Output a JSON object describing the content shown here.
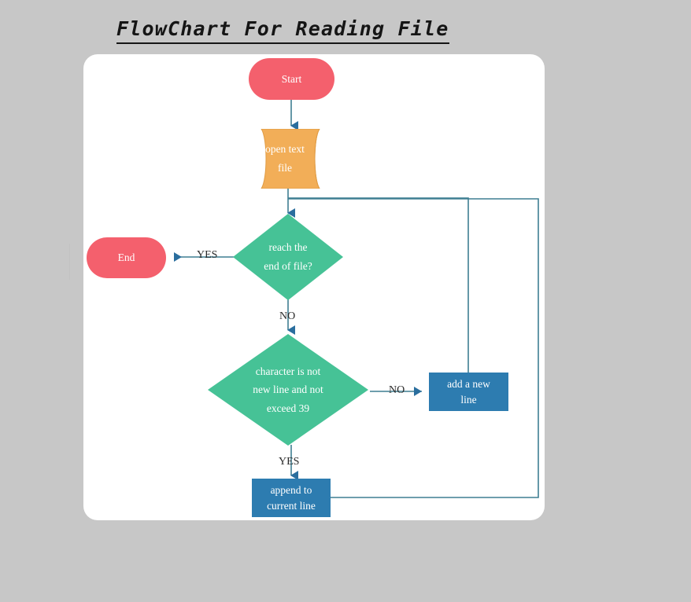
{
  "page": {
    "background_color": "#c7c7c7",
    "canvas_color": "#ffffff"
  },
  "title": "FlowChart For Reading File",
  "palette": {
    "terminator": "#f4606d",
    "data_store": "#f2ae58",
    "decision": "#46c296",
    "process": "#2d7cb0",
    "connector": "#3f7f92",
    "arrow": "#2a6e9e",
    "label_text": "#2b2b2b"
  },
  "flowchart": {
    "type": "flowchart",
    "orientation": "top-to-bottom",
    "nodes": [
      {
        "id": "start",
        "shape": "terminator",
        "lines": [
          "Start"
        ],
        "color": "#f4606d"
      },
      {
        "id": "open",
        "shape": "cylinder",
        "lines": [
          "open text",
          "file"
        ],
        "color": "#f2ae58"
      },
      {
        "id": "eof",
        "shape": "decision",
        "lines": [
          "reach the",
          "end of file?"
        ],
        "color": "#46c296"
      },
      {
        "id": "end",
        "shape": "terminator",
        "lines": [
          "End"
        ],
        "color": "#f4606d"
      },
      {
        "id": "charcond",
        "shape": "decision",
        "lines": [
          "character is not",
          "new line and not",
          "exceed 39"
        ],
        "color": "#46c296"
      },
      {
        "id": "newline",
        "shape": "process",
        "lines": [
          "add a new",
          "line"
        ],
        "color": "#2d7cb0"
      },
      {
        "id": "append",
        "shape": "process",
        "lines": [
          "append to",
          "current line"
        ],
        "color": "#2d7cb0"
      }
    ],
    "edges": [
      {
        "from": "start",
        "to": "open",
        "label": ""
      },
      {
        "from": "open",
        "to": "eof",
        "label": ""
      },
      {
        "from": "eof",
        "to": "end",
        "label": "YES"
      },
      {
        "from": "eof",
        "to": "charcond",
        "label": "NO"
      },
      {
        "from": "charcond",
        "to": "newline",
        "label": "NO"
      },
      {
        "from": "charcond",
        "to": "append",
        "label": "YES"
      },
      {
        "from": "newline",
        "to": "eof",
        "label": ""
      },
      {
        "from": "append",
        "to": "eof",
        "label": ""
      }
    ],
    "edge_labels": {
      "eof_yes": "YES",
      "eof_no": "NO",
      "char_no": "NO",
      "char_yes": "YES"
    }
  }
}
